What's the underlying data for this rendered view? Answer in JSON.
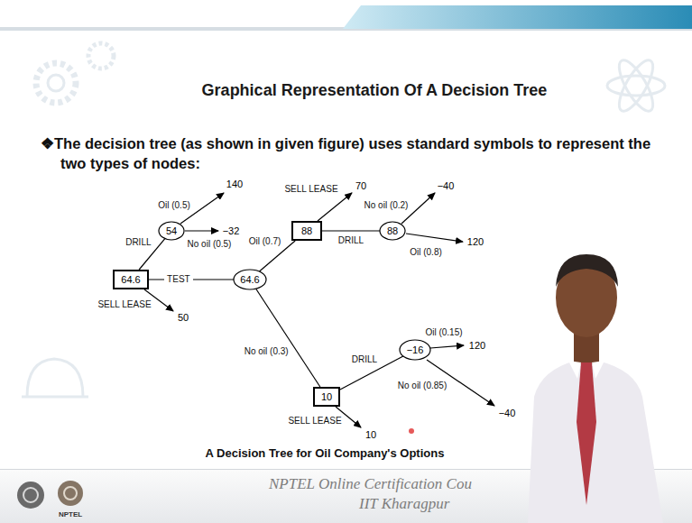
{
  "diagram": {
    "title": "Graphical Representation Of A Decision Tree",
    "caption": "A Decision Tree for Oil Company's Options",
    "nodes": [
      {
        "text": [
          "64.6"
        ]
      },
      {
        "text": [
          "54"
        ]
      },
      {
        "text": [
          "64.6"
        ]
      },
      {
        "text": [
          "88"
        ]
      },
      {
        "text": [
          "88"
        ]
      },
      {
        "text": [
          "−16"
        ]
      },
      {
        "text": [
          "10"
        ]
      }
    ],
    "edges": [
      {
        "from": 0,
        "to": 1,
        "label": "DRILL",
        "arrow": "none"
      },
      {
        "from": 0,
        "to": 2,
        "label": "TEST",
        "arrow": "none"
      },
      {
        "from": 2,
        "to": 3,
        "label": "Oil (0.7)",
        "arrow": "none"
      },
      {
        "from": 3,
        "to": 4,
        "label": "DRILL",
        "arrow": "none"
      },
      {
        "from": 2,
        "to": 6,
        "label": "No oil (0.3)",
        "arrow": "none"
      },
      {
        "from": 6,
        "to": 5,
        "label": "DRILL",
        "arrow": "none"
      }
    ],
    "labels": [
      "Oil (0.5)",
      "140",
      "No oil (0.5)",
      "−32",
      "SELL LEASE",
      "50",
      "SELL LEASE",
      "70",
      "No oil (0.2)",
      "−40",
      "Oil (0.8)",
      "120",
      "Oil (0.15)",
      "120",
      "No oil (0.85)",
      "−40",
      "SELL LEASE",
      "10",
      "❖The decision tree (as shown in given figure) uses standard symbols to represent the two types of nodes:",
      "NPTEL Online Certification Cou",
      "IIT Kharagpur",
      "NPTEL"
    ]
  }
}
